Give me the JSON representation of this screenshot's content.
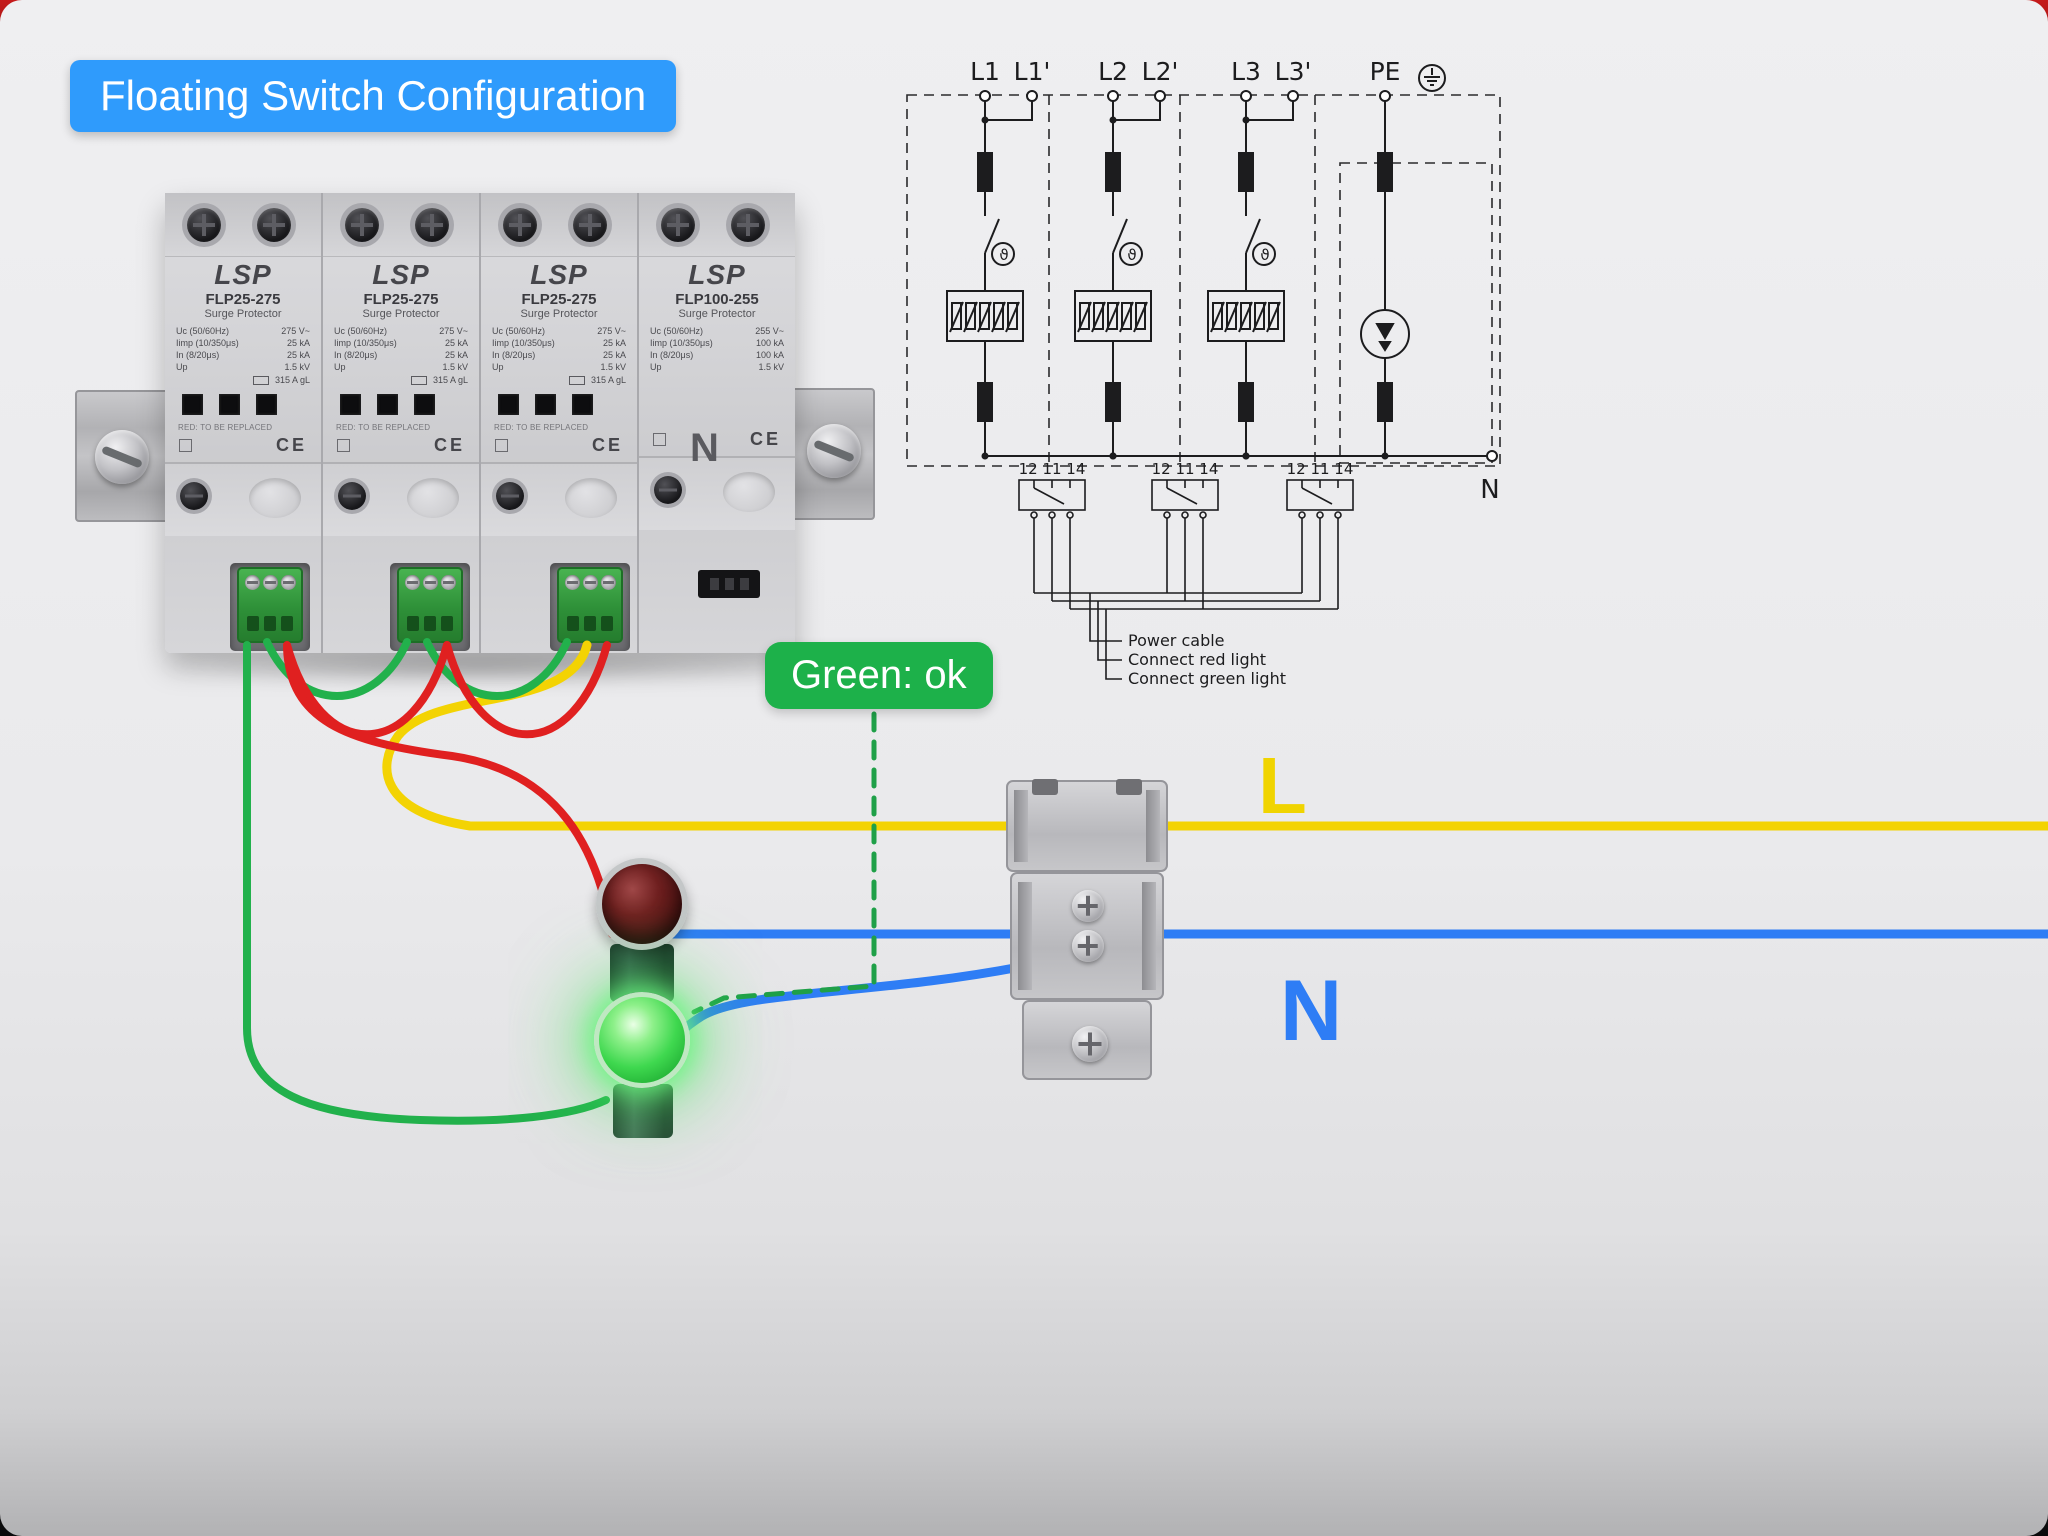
{
  "title": "Floating Switch Configuration",
  "status_badge": "Green: ok",
  "device": {
    "modules": [
      {
        "brand": "LSP",
        "model": "FLP25-275",
        "type": "Surge Protector",
        "specs": [
          {
            "k": "Uc (50/60Hz)",
            "v": "275 V~"
          },
          {
            "k": "Iimp (10/350μs)",
            "v": "25 kA"
          },
          {
            "k": "In (8/20μs)",
            "v": "25 kA"
          },
          {
            "k": "Up",
            "v": "1.5 kV"
          }
        ],
        "fuse": "315 A gL",
        "note": "RED: TO BE REPLACED",
        "cert": "CE"
      },
      {
        "brand": "LSP",
        "model": "FLP25-275",
        "type": "Surge Protector",
        "specs": [
          {
            "k": "Uc (50/60Hz)",
            "v": "275 V~"
          },
          {
            "k": "Iimp (10/350μs)",
            "v": "25 kA"
          },
          {
            "k": "In (8/20μs)",
            "v": "25 kA"
          },
          {
            "k": "Up",
            "v": "1.5 kV"
          }
        ],
        "fuse": "315 A gL",
        "note": "RED: TO BE REPLACED",
        "cert": "CE"
      },
      {
        "brand": "LSP",
        "model": "FLP25-275",
        "type": "Surge Protector",
        "specs": [
          {
            "k": "Uc (50/60Hz)",
            "v": "275 V~"
          },
          {
            "k": "Iimp (10/350μs)",
            "v": "25 kA"
          },
          {
            "k": "In (8/20μs)",
            "v": "25 kA"
          },
          {
            "k": "Up",
            "v": "1.5 kV"
          }
        ],
        "fuse": "315 A gL",
        "note": "RED: TO BE REPLACED",
        "cert": "CE"
      },
      {
        "brand": "LSP",
        "model": "FLP100-255",
        "type": "Surge Protector",
        "specs": [
          {
            "k": "Uc (50/60Hz)",
            "v": "255 V~"
          },
          {
            "k": "Iimp (10/350μs)",
            "v": "100 kA"
          },
          {
            "k": "In (8/20μs)",
            "v": "100 kA"
          },
          {
            "k": "Up",
            "v": "1.5 kV"
          }
        ],
        "fuse": "",
        "note": "",
        "cert": "CE"
      }
    ],
    "neutral_label": "N"
  },
  "schematic": {
    "phase_labels": [
      "L1",
      "L1'",
      "L2",
      "L2'",
      "L3",
      "L3'"
    ],
    "pe_label": "PE",
    "neutral_label": "N",
    "thermal_symbol": "ϑ",
    "contact_groups": [
      "12 11 14",
      "12 11 14",
      "12 11 14"
    ],
    "legend": [
      "Power cable",
      "Connect red light",
      "Connect green light"
    ]
  },
  "wire_labels": {
    "line": "L",
    "neutral": "N"
  },
  "colors": {
    "banner": "#2f9bfc",
    "badge": "#1db14a",
    "wire_line": "#f3d303",
    "wire_neutral": "#2e7df5",
    "wire_green": "#22b14c",
    "wire_red": "#e02020",
    "lamp_green": "#35d04a",
    "lamp_red": "#5f1717"
  }
}
